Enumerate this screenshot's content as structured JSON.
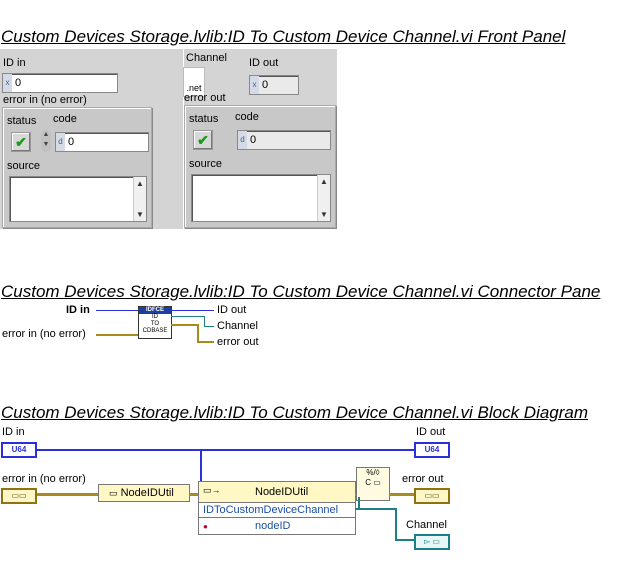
{
  "titles": {
    "front_panel": "Custom Devices Storage.lvlib:ID To Custom Device Channel.vi Front Panel",
    "connector_pane": "Custom Devices Storage.lvlib:ID To Custom Device Channel.vi Connector Pane",
    "block_diagram": "Custom Devices Storage.lvlib:ID To Custom Device Channel.vi Block Diagram"
  },
  "front_panel": {
    "id_in": {
      "label": "ID in",
      "value": "0",
      "radix": "x"
    },
    "channel": {
      "label": "Channel",
      "icon_text": ".net"
    },
    "id_out": {
      "label": "ID out",
      "value": "0",
      "radix": "x"
    },
    "error_in": {
      "label": "error in (no error)",
      "status_label": "status",
      "code_label": "code",
      "code_value": "0",
      "source_label": "source",
      "status_mark": "✔"
    },
    "error_out": {
      "label": "error out",
      "status_label": "status",
      "code_label": "code",
      "code_value": "0",
      "source_label": "source",
      "status_mark": "✔"
    }
  },
  "connector_pane": {
    "inputs": [
      "ID in",
      "error in (no error)"
    ],
    "outputs": [
      "ID out",
      "Channel",
      "error out"
    ],
    "icon_lines": [
      "IDFCE",
      "ID",
      "TO",
      "CDBASE"
    ]
  },
  "block_diagram": {
    "id_in_label": "ID in",
    "id_out_label": "ID out",
    "error_in_label": "error in (no error)",
    "error_out_label": "error out",
    "channel_label": "Channel",
    "u64_tag": "U64",
    "node1_label": "NodeIDUtil",
    "node2_label": "NodeIDUtil",
    "method_label": "IDToCustomDeviceChannel",
    "param_label": "nodeID",
    "colors": {
      "numeric_wire": "#2b31d8",
      "error_wire": "#a78b1c",
      "refnum_wire": "#1c7f8a"
    }
  }
}
